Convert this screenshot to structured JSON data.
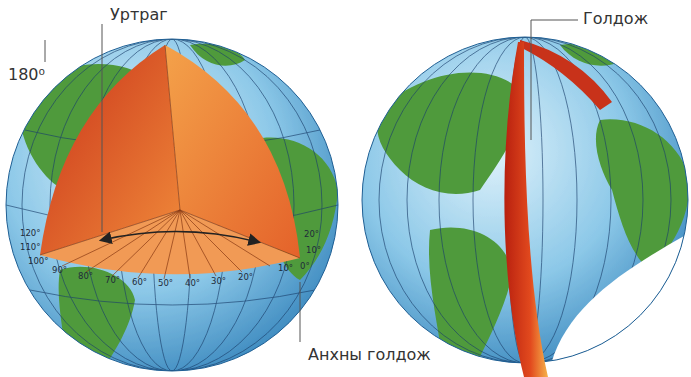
{
  "diagram": {
    "labels": [
      "Уртраг",
      "180⁰",
      "Голдож",
      "Анхны голдож",
      "120°",
      "110°",
      "100°",
      "90°",
      "80°",
      "70°",
      "60°",
      "50°",
      "40°",
      "30°",
      "20°",
      "10°",
      "0°",
      "20°",
      "10°"
    ]
  }
}
